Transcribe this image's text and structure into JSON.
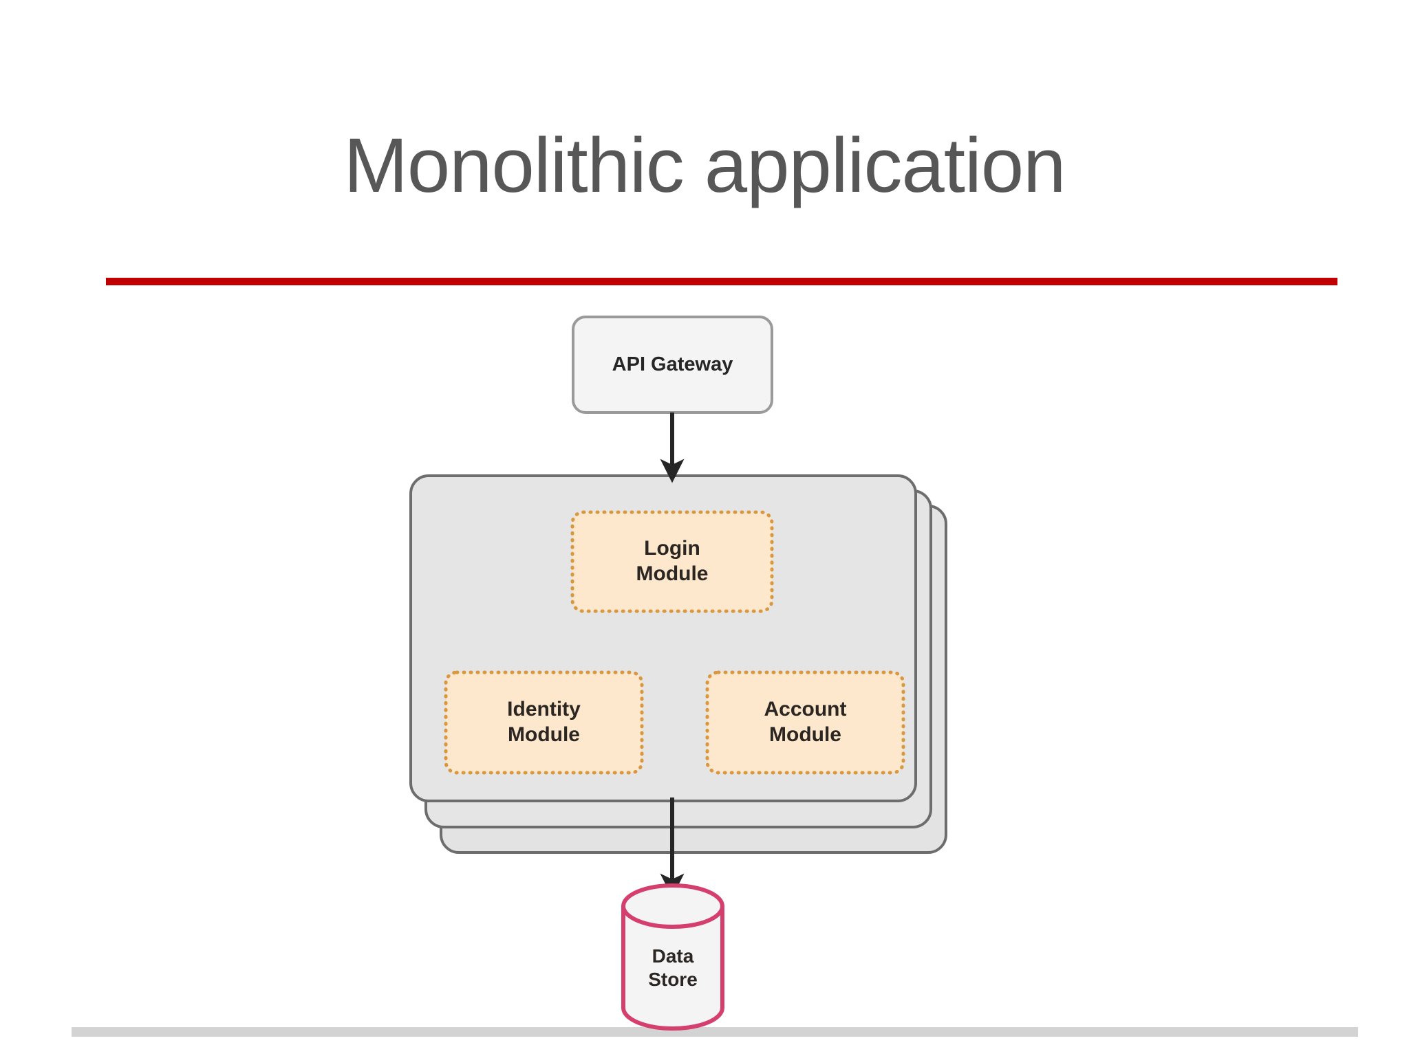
{
  "slide": {
    "title": "Monolithic application",
    "title_color": "#575757",
    "accent_rule_color": "#c00000",
    "footer_rule_color": "#d3d3d3",
    "background_color": "#ffffff"
  },
  "diagram": {
    "type": "architecture-block-diagram",
    "nodes": {
      "api_gateway": {
        "label": "API Gateway",
        "shape": "rounded-rectangle",
        "fill": "#f4f4f4",
        "stroke": "#9a9a9a"
      },
      "monolith_container": {
        "label": "",
        "shape": "stacked-rounded-rectangle",
        "layers": 3,
        "fill": "#e3e3e3",
        "stroke": "#6d6d6d"
      },
      "login_module": {
        "label_line1": "Login",
        "label_line2": "Module",
        "shape": "dotted-rounded-rectangle",
        "fill": "#fde8cd",
        "stroke": "#d9983f"
      },
      "identity_module": {
        "label_line1": "Identity",
        "label_line2": "Module",
        "shape": "dotted-rounded-rectangle",
        "fill": "#fde8cd",
        "stroke": "#d9983f"
      },
      "account_module": {
        "label_line1": "Account",
        "label_line2": "Module",
        "shape": "dotted-rounded-rectangle",
        "fill": "#fde8cd",
        "stroke": "#d9983f"
      },
      "data_store": {
        "label_line1": "Data",
        "label_line2": "Store",
        "shape": "cylinder",
        "fill": "#f4f4f4",
        "stroke": "#d43f6e"
      }
    },
    "edges": [
      {
        "from": "api_gateway",
        "to": "monolith_container",
        "style": "solid-arrow",
        "color": "#262626"
      },
      {
        "from": "monolith_container",
        "to": "data_store",
        "style": "solid-arrow",
        "color": "#262626"
      }
    ]
  }
}
